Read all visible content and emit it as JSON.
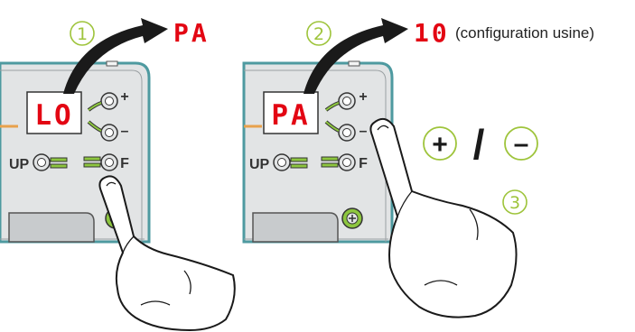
{
  "steps": [
    {
      "number": "1",
      "from_code": "LO",
      "to_code": "PA"
    },
    {
      "number": "2",
      "from_code": "PA",
      "to_code": "10",
      "note": "(configuration usine)"
    },
    {
      "number": "3"
    }
  ],
  "panel_labels": {
    "plus": "+",
    "minus": "–",
    "f": "F",
    "up": "UP"
  },
  "adjust_buttons": {
    "plus": "+",
    "separator": "/",
    "minus": "–"
  },
  "colors": {
    "display_red": "#e30613",
    "step_green": "#9ec43b",
    "panel_edge": "#5fa3a8",
    "panel_fill": "#e2e4e5",
    "led_green": "#8dc63f",
    "led_orange": "#e8a14c",
    "arrow": "#1a1a1a",
    "skin": "#ffffff"
  }
}
